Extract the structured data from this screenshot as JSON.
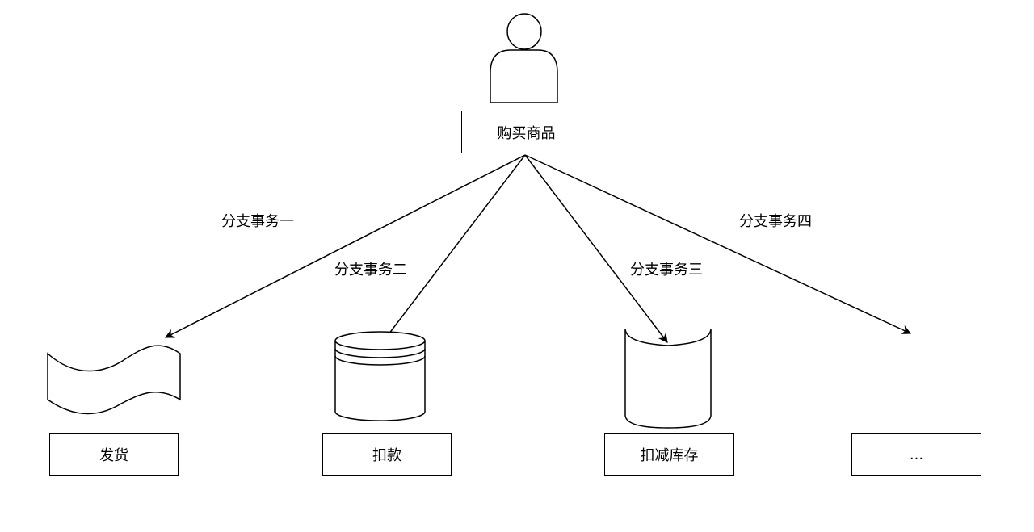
{
  "diagram": {
    "root": {
      "label": "购买商品",
      "icon": "user-icon"
    },
    "branches": [
      {
        "edge_label": "分支事务一",
        "node_label": "发货",
        "icon": "document-tape-icon"
      },
      {
        "edge_label": "分支事务二",
        "node_label": "扣款",
        "icon": "database-icon"
      },
      {
        "edge_label": "分支事务三",
        "node_label": "扣减库存",
        "icon": "storage-cylinder-icon"
      },
      {
        "edge_label": "分支事务四",
        "node_label": "...",
        "icon": ""
      }
    ]
  },
  "colors": {
    "stroke": "#000000",
    "fill": "#ffffff"
  }
}
